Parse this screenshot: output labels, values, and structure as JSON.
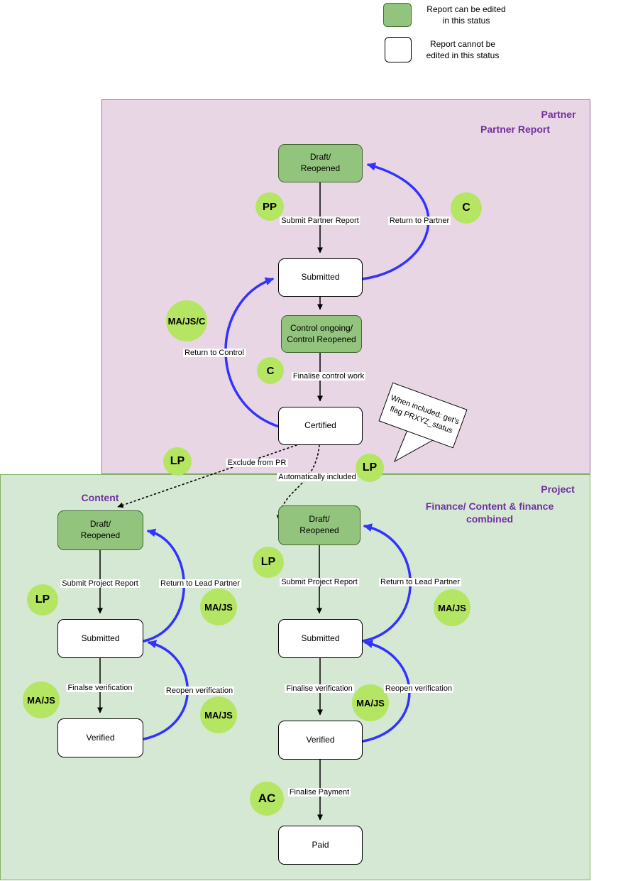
{
  "legend": {
    "editable": "Report can be edited\nin this status",
    "not_editable": "Report cannot be\nedited in this status"
  },
  "partner": {
    "title": "Partner",
    "subtitle": "Partner Report",
    "nodes": {
      "draft": "Draft/\nReopened",
      "submitted": "Submitted",
      "control": "Control ongoing/\nControl Reopened",
      "certified": "Certified"
    },
    "edges": {
      "submit": "Submit Partner Report",
      "return_partner": "Return to Partner",
      "return_control": "Return to Control",
      "finalise_control": "Finalise control work",
      "exclude": "Exclude from PR",
      "auto_included": "Automatically included"
    },
    "actors": {
      "pp": "PP",
      "c_return": "C",
      "ma_js_c": "MA/JS/C",
      "c_finalise": "C",
      "lp_exclude": "LP",
      "lp_included": "LP"
    },
    "callout": "When included: get's\nflag PRXYZ_status"
  },
  "project": {
    "title": "Project",
    "subtitle": "Finance/ Content & finance\ncombined",
    "content": {
      "title": "Content",
      "nodes": {
        "draft": "Draft/\nReopened",
        "submitted": "Submitted",
        "verified": "Verified"
      },
      "edges": {
        "submit": "Submit Project Report",
        "return_lead": "Return to Lead Partner",
        "finalise": "Finalse verification",
        "reopen": "Reopen verification"
      },
      "actors": {
        "lp": "LP",
        "ma_js_return": "MA/JS",
        "ma_js_finalise": "MA/JS",
        "ma_js_reopen": "MA/JS"
      }
    },
    "finance": {
      "nodes": {
        "draft": "Draft/\nReopened",
        "submitted": "Submitted",
        "verified": "Verified",
        "paid": "Paid"
      },
      "edges": {
        "submit": "Submit Project Report",
        "return_lead": "Return to Lead Partner",
        "finalise": "Finalise verification",
        "reopen": "Reopen verification",
        "payment": "Finalise Payment"
      },
      "actors": {
        "lp": "LP",
        "ma_js_return": "MA/JS",
        "ma_js_reopen": "MA/JS",
        "ac": "AC"
      }
    }
  },
  "colors": {
    "editable_fill": "#93c47d",
    "editable_border": "#41682f",
    "actor_fill": "#b5e663",
    "arrow_blue": "#3333ff",
    "partner_region_bg": "#e9d6e4",
    "partner_region_border": "#9673a6",
    "project_region_bg": "#d5e8d4",
    "project_region_border": "#82b366",
    "title_text": "#7030a0"
  }
}
